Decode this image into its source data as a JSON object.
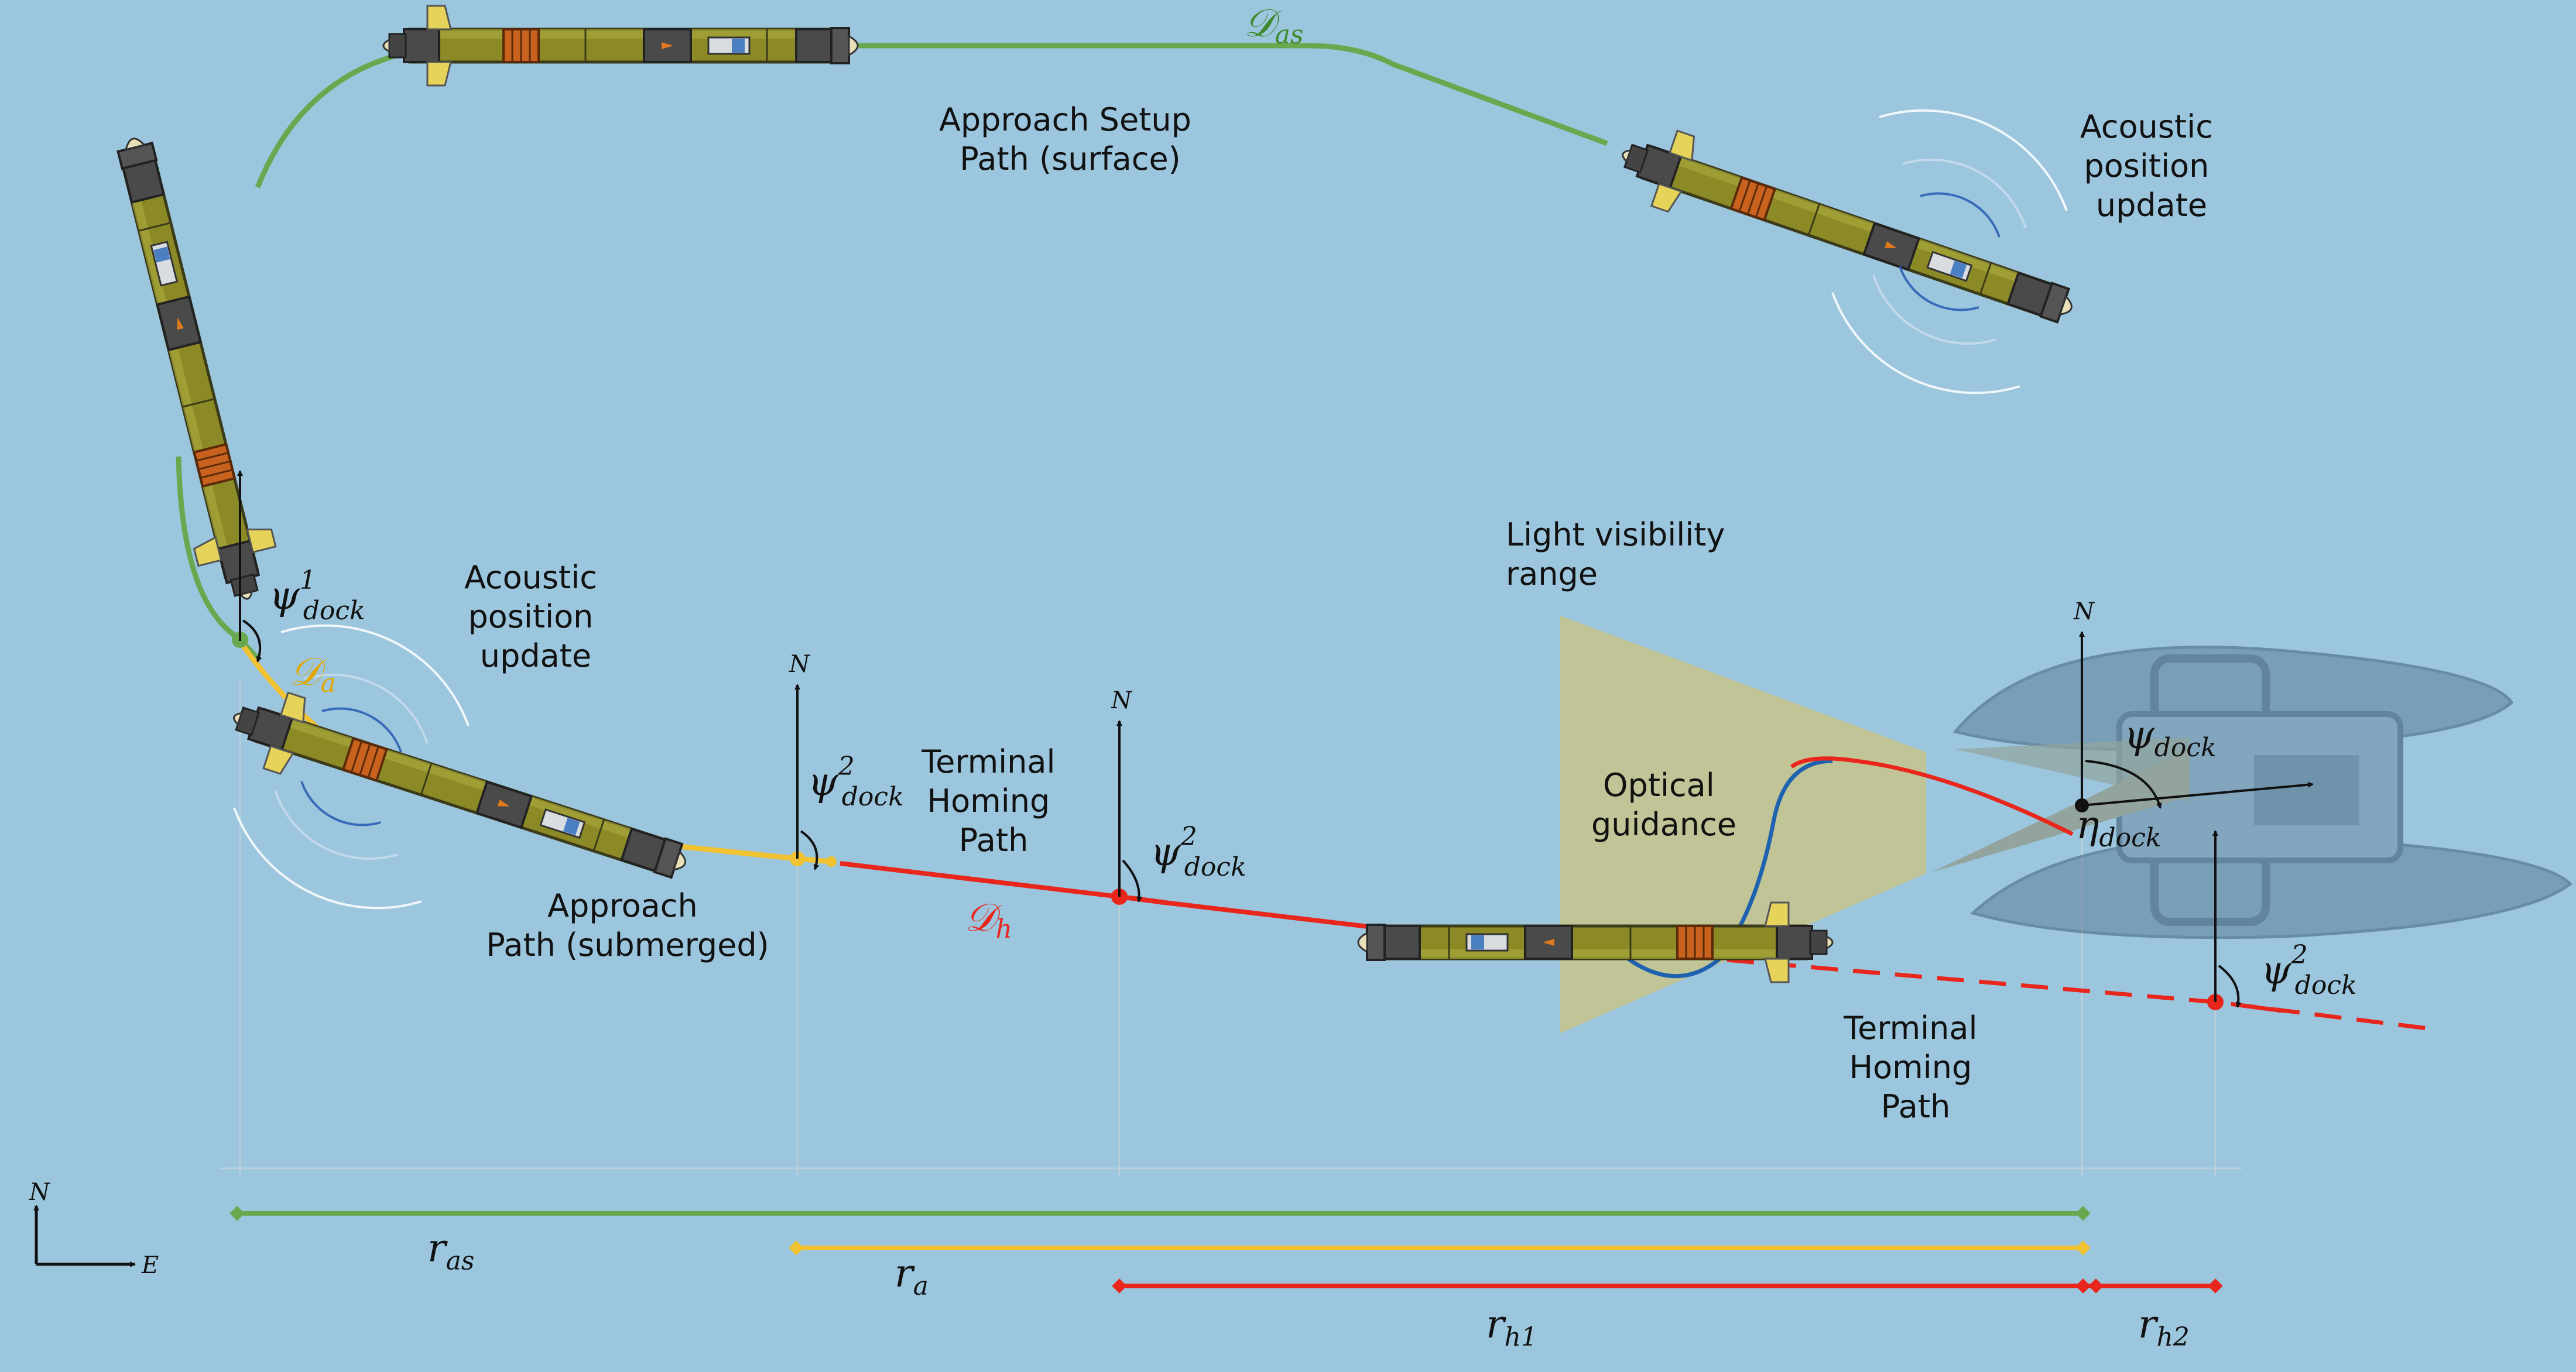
{
  "labels": {
    "approach_setup": [
      "Approach Setup",
      "Path (surface)"
    ],
    "acoustic_update_top": [
      "Acoustic",
      "position",
      "update"
    ],
    "acoustic_update_left": [
      "Acoustic",
      "position",
      "update"
    ],
    "approach_submerged": [
      "Approach",
      "Path (submerged)"
    ],
    "terminal_homing_mid": [
      "Terminal",
      "Homing",
      "Path"
    ],
    "terminal_homing_right": [
      "Terminal",
      "Homing",
      "Path"
    ],
    "light_visibility": [
      "Light visibility",
      "range"
    ],
    "optical_guidance": [
      "Optical",
      "guidance"
    ]
  },
  "symbols": {
    "D_as": "𝒟",
    "D_as_sub": "as",
    "D_a": "𝒟",
    "D_a_sub": "a",
    "D_h": "𝒟",
    "D_h_sub": "h",
    "psi": "ψ",
    "psi1_sup": "1",
    "psi2_sup": "2",
    "dock_sub": "dock",
    "eta": "η",
    "north": "N",
    "east": "E",
    "r": "r",
    "r_as_sub": "as",
    "r_a_sub": "a",
    "r_h1_sub": "h1",
    "r_h2_sub": "h2"
  },
  "colors": {
    "background": "#9bc6dd",
    "surface_path": "#6aa84f",
    "approach_path": "#f1c232",
    "homing_path": "#e8261c",
    "optical_path": "#1f63b0",
    "light_cone": "#c7c38a",
    "auv_body": "#8b8a27",
    "dock": "#6c8aa3"
  }
}
